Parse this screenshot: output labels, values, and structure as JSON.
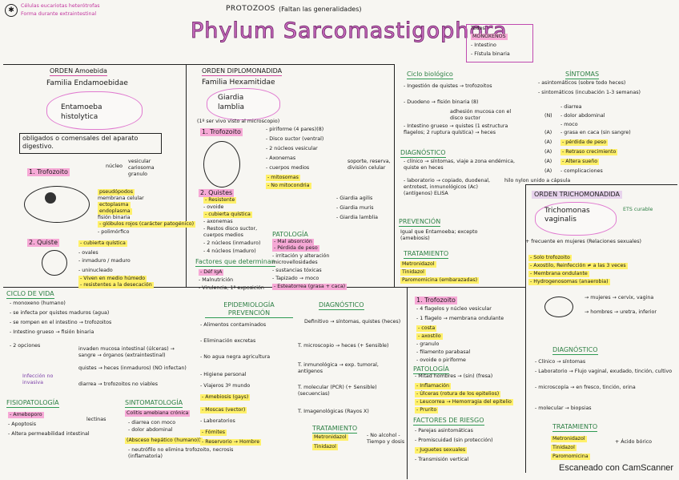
{
  "top_notes": {
    "bullet1": "Células eucariotas heterótrofas",
    "bullet2": "Forma durante extraintestinal"
  },
  "header": {
    "group": "PROTOZOOS",
    "subtitle": "(Faltan las generalidades)",
    "phylum": "Phylum Sarcomastigophora",
    "phylum_forms": [
      "Todos",
      "MONOXENOS",
      "- Intestino",
      "- Fístula binaria"
    ]
  },
  "amoebida": {
    "order": "ORDEN Amoebida",
    "family": "Familia Endamoebidae",
    "species": "Entamoeba histolytica",
    "obligate": "obligados o comensales del aparato digestivo.",
    "trofozoito_label": "1. Trofozoito",
    "nucleo": "núcleo",
    "nucleo_attrs": [
      "vesicular",
      "cariosoma",
      "granulo"
    ],
    "trofo_features": [
      "pseudópodos",
      "membrana celular",
      "ectoplasma",
      "endoplasma",
      "fisión binaria",
      "- glóbulos rojos (carácter patogénico)",
      "- polimórfico"
    ],
    "quiste_label": "2. Quiste",
    "quiste_features": [
      "- cubierta quística",
      "- ovales",
      "- inmaduro / maduro",
      "- uninucleado",
      "- Viven en medio húmedo",
      "- resistentes a la desecación"
    ]
  },
  "ciclo": {
    "heading": "CICLO DE VIDA",
    "items": [
      "- monoxeno (humano)",
      "- se infecta por quistes maduros (agua)",
      "- se rompen en el intestino → trofozoitos",
      "- Intestino grueso → fisión binaria",
      "- 2 opciones",
      "invaden mucosa intestinal (úlceras) → sangre → órganos (extraintestinal)",
      "quistes → heces (inmaduros) (NO infectan)",
      "diarrea → trofozoitos no viables"
    ],
    "side_note": "Infección no invasiva"
  },
  "fisiopatologia": {
    "heading": "FISIOPATOLOGÍA",
    "items": [
      "- Ameboporo",
      "- Apoptosis",
      "- Altera permeabilidad intestinal"
    ],
    "side": "lectinas"
  },
  "sintomatologia": {
    "heading": "SINTOMATOLOGÍA",
    "items": [
      "Colitis amebiana crónica",
      "- diarrea con moco",
      "- dolor abdominal",
      "(Absceso hepático (humano))",
      "- neutrófilo no elimina trofozoito, necrosis (inflamatoria)"
    ]
  },
  "diplomonadida": {
    "order": "ORDEN DIPLOMONADIDA",
    "family": "Familia Hexamitidae",
    "species": "Giardia lamblia",
    "note": "(1º ser vivo visto al microscopio)",
    "trofo_label": "1. Trofozoito",
    "trofo_features": [
      "- piriforme (4 pares)(8)",
      "- Disco suctor (ventral)",
      "- 2 núcleos vesicular",
      "- Axonemas",
      "- cuerpos medios",
      "- mitosomas",
      "- No mitocondria"
    ],
    "cuerpos_note": "soporte, reserva, división celular",
    "quiste_label": "2. Quistes",
    "quiste_features": [
      "- Resistente",
      "- ovoide",
      "- cubierta quística",
      "- axonemas",
      "- Restos disco suctor, cuerpos medios",
      "- 2 núcleos (inmaduro)",
      "- 4 núcleos (maduro)"
    ],
    "species_list": [
      "- Giardia agilis",
      "- Giardia muris",
      "- Giardia lamblia"
    ],
    "factores_heading": "Factores que determinan",
    "factores": [
      "- Déf IgA",
      "- Malnutrición",
      "- Virulencia, 1ª exposición"
    ],
    "patologia_heading": "PATOLOGÍA",
    "patologia": [
      "- Mal absorción",
      "- Pérdida de peso",
      "- irritación y alteración microvellosidades",
      "- sustancias tóxicas",
      "- Tapizado → moco",
      "- Esteatorrea (grasa + caca)"
    ]
  },
  "epidemiologia": {
    "heading": "EPIDEMIOLOGÍA PREVENCIÓN",
    "items": [
      "- Alimentos contaminados",
      "- Eliminación excretas",
      "- No agua negra agricultura",
      "- Higiene personal",
      "- Viajeros 3º mundo",
      "- Amebiosis (gays)",
      "- Moscas (vector)",
      "- Laboratorios",
      "- Fómites",
      "- Reservorio → Hombre"
    ]
  },
  "diagnostico_amoeba": {
    "heading": "DIAGNÓSTICO",
    "items": [
      "Definitivo → síntomas, quistes (heces)",
      "T. microscopio → heces (+ Sensible)",
      "T. inmunológica → exp. tumoral, antígenos",
      "T. molecular (PCR) (+ Sensible) (secuencias)",
      "T. Imagenológicas (Rayos X)"
    ],
    "tratamiento_heading": "TRATAMIENTO",
    "tratamiento": [
      "Metronidazol",
      "Tinidazol"
    ],
    "tratamiento_note": "- No alcohol - Tiempo y dosis"
  },
  "ciclo_biologico": {
    "heading": "Ciclo biológico",
    "items": [
      "- Ingestión de quistes → trofozoitos",
      "- Duodeno → fisión binaria (8)",
      "adhesión mucosa con el disco suctor",
      "- Intestino grueso → quistes (1 estructura flagelos; 2 ruptura quística) → heces"
    ],
    "diagnostico_heading": "DIAGNÓSTICO",
    "diag_items": [
      "- clínico → síntomas, viaje a zona endémica, quiste en heces",
      "- laboratorio → copiado, duodenal, entrotest, inmunológicos (Ac)(antígenos) ELISA"
    ],
    "entrotest_note": "hilo nylon unido a cápsula",
    "prevencion_heading": "PREVENCIÓN",
    "prevencion": "Igual que Entamoeba; excepto (amebiosis)",
    "tratamiento_heading": "TRATAMIENTO",
    "tratamiento": [
      "Metronidazol",
      "Tinidazol",
      "Paromomicina (embarazadas)"
    ]
  },
  "sintomas": {
    "heading": "SÍNTOMAS",
    "items": [
      "- asintomáticos (sobre todo heces)",
      "- sintomáticos (incubación 1-3 semanas)",
      "- diarrea",
      "- dolor abdominal",
      "- moco",
      "- grasa en caca (sin sangre)",
      "- pérdida de peso",
      "- Retraso crecimiento",
      "- Altera sueño",
      "- complicaciones"
    ],
    "tags": [
      "(N)",
      "(A)",
      "(A)",
      "(A)",
      "(A)",
      "(A)"
    ]
  },
  "trichomonadida": {
    "order": "ORDEN TRICHOMONADIDA",
    "species": "Trichomonas vaginalis",
    "ets": "ETS curable",
    "frecuencia": "+ frecuente en mujeres (Relaciones sexuales)",
    "items": [
      "- Solo trofozoito",
      "- Axostilo, Reinfección ≠ a las 3 veces",
      "- Membrana ondulante",
      "- Hydrogenosomas (anaerobia)"
    ],
    "trofo_label": "1. Trofozoito",
    "trofo_features": [
      "- 4 flagelos y núcleo vesicular",
      "- 1 flagelo → membrana ondulante",
      "- costa",
      "- axostilo",
      "- granulo",
      "- filamento parabasal",
      "- ovoide o piriforme"
    ],
    "host": [
      "→ mujeres → cervix, vagina",
      "→ hombres → uretra, inferior"
    ],
    "patologia_heading": "PATOLOGÍA",
    "patologia": [
      "- Mitad hombres → (sin) (fresa)",
      "- Inflamación",
      "- Úlceras (rotura de los epitelios)",
      "- Leucorrea → Hemorragia del epitelio",
      "- Prurito"
    ],
    "factores_heading": "FACTORES DE RIESGO",
    "factores": [
      "- Parejas asintomáticas",
      "- Promiscuidad (sin protección)",
      "- Juguetes sexuales",
      "- Transmisión vertical"
    ],
    "diagnostico_heading": "DIAGNÓSTICO",
    "diagnostico": [
      "- Clínico → síntomas",
      "- Laboratorio → Flujo vaginal, exudado, tinción, cultivo",
      "- microscopía → en fresco, tinción, orina",
      "- molecular → biopsias"
    ],
    "tratamiento_heading": "TRATAMIENTO",
    "tratamiento": [
      "Metronidazol",
      "Tinidazol",
      "Paromomicina"
    ],
    "tratamiento_note": "+ Ácido bórico"
  },
  "footer": "Escaneado con CamScanner"
}
